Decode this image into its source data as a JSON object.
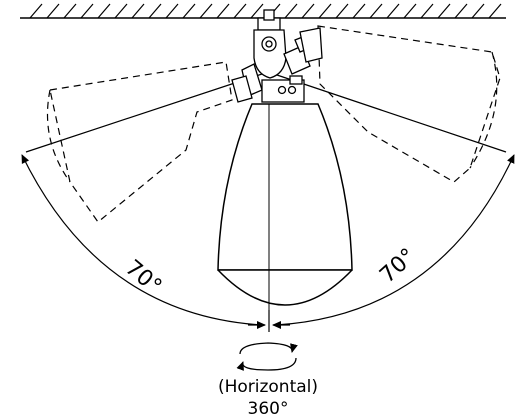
{
  "labels": {
    "left_angle": "70°",
    "right_angle": "70°",
    "rotation_mode": "(Horizontal)",
    "rotation_angle": "360°"
  }
}
